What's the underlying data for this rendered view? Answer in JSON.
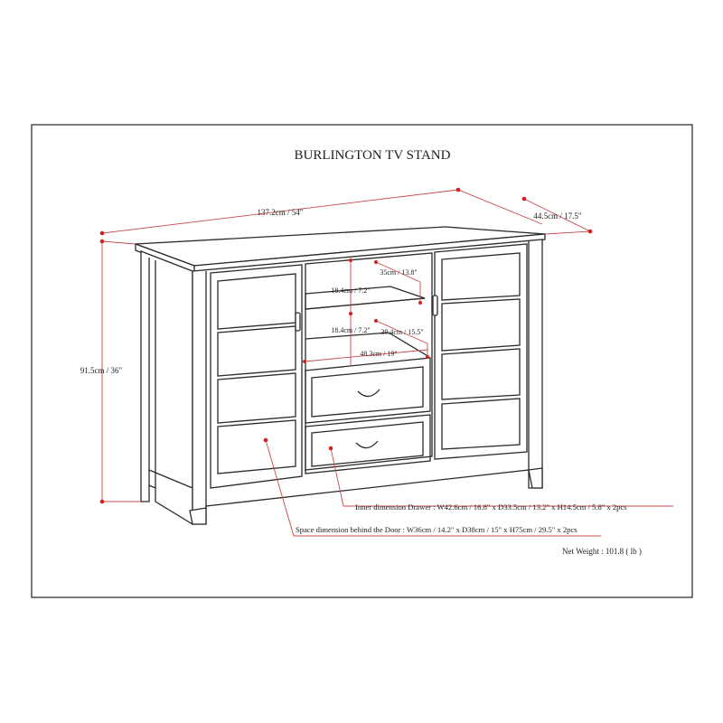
{
  "title": "BURLINGTON TV STAND",
  "dimensions": {
    "width": "137.2cm / 54\"",
    "depth": "44.5cm / 17.5\"",
    "height": "91.5cm / 36\"",
    "shelf_top_depth": "35cm / 13.8\"",
    "shelf_upper_height": "18.4cm / 7.2\"",
    "shelf_lower_height": "18.4cm / 7.2\"",
    "shelf_lower_depth": "39.4cm / 15.5\"",
    "opening_width": "48.3cm / 19\""
  },
  "notes": {
    "drawer": "Inner dimension Drawer : W42.6cm / 16.8\" x D33.5cm / 13.2\" x H14.5cm / 5.8\" x 2pcs",
    "door": "Space dimension behind the Door  : W36cm / 14.2\" x D38cm / 15\" x H75cm / 29.5\" x 2pcs",
    "weight": "Net Weight : 101.8 ( lb )"
  },
  "colors": {
    "line": "#2a2a2a",
    "dimension": "#c84848",
    "frame": "#333333"
  }
}
